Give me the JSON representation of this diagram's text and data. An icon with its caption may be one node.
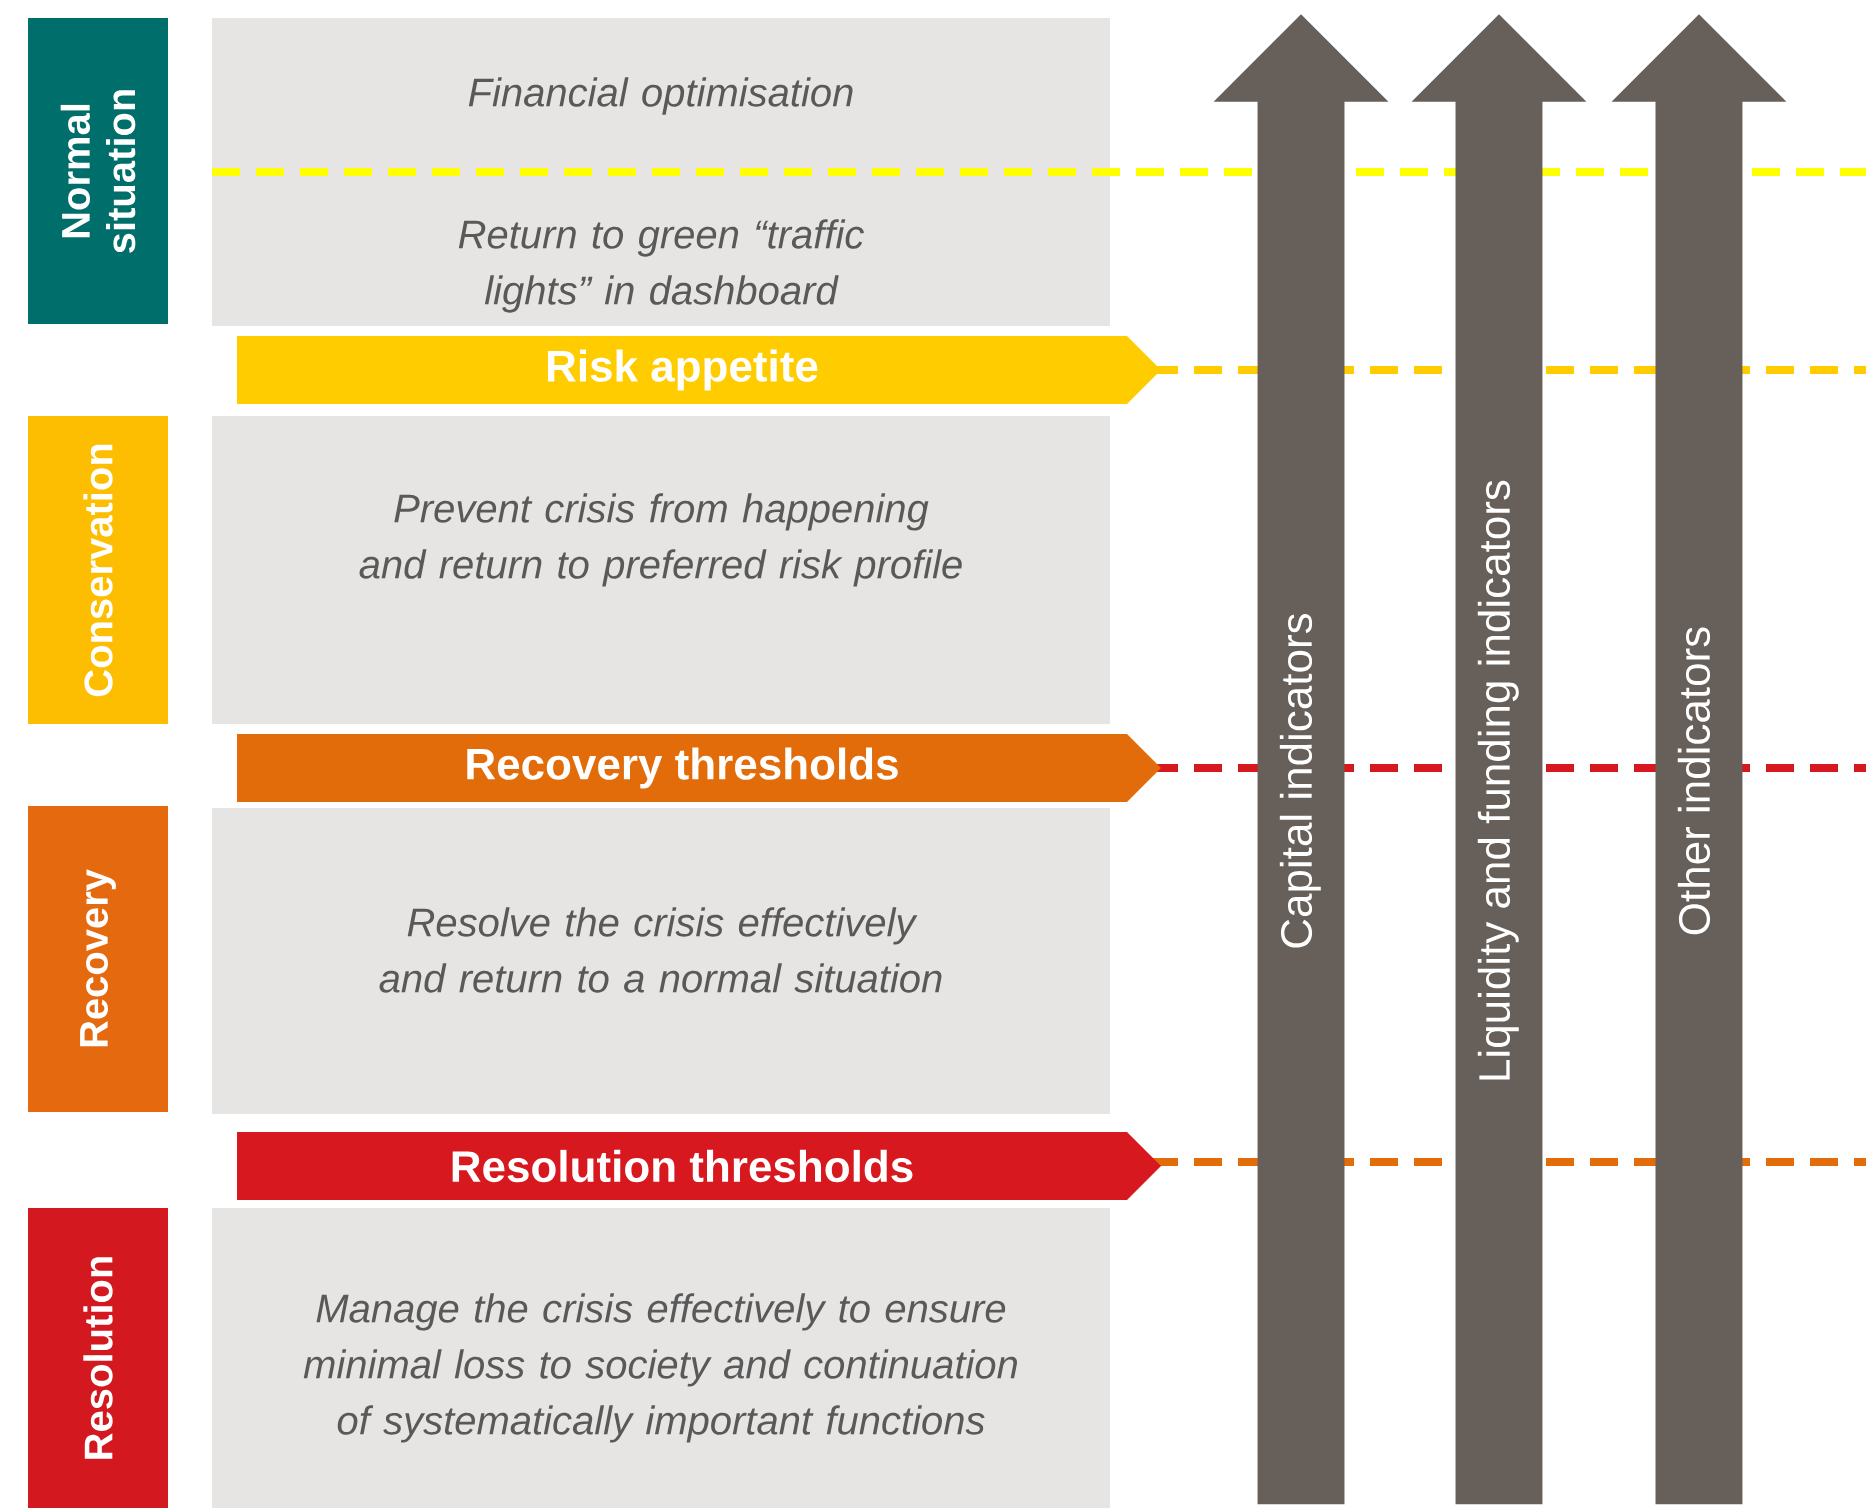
{
  "diagram": {
    "nodes": [
      {
        "text": [
          "Normal situation"
        ]
      },
      {
        "text": [
          "Financial optimisation",
          "Return to green “traffic lights” in dashboard"
        ]
      },
      {
        "text": [
          "Risk appetite"
        ]
      },
      {
        "text": [
          "Conservation"
        ]
      },
      {
        "text": [
          "Prevent crisis from happening and return to preferred risk profile"
        ]
      },
      {
        "text": [
          "Recovery thresholds"
        ]
      },
      {
        "text": [
          "Recovery"
        ]
      },
      {
        "text": [
          "Resolve the crisis effectively and return to a normal situation"
        ]
      },
      {
        "text": [
          "Resolution thresholds"
        ]
      },
      {
        "text": [
          "Resolution"
        ]
      },
      {
        "text": [
          "Manage the crisis effectively to ensure minimal loss to society and continuation of systematically important functions"
        ]
      },
      {
        "text": [
          "Capital indicators"
        ]
      },
      {
        "text": [
          "Liquidity and funding indicators"
        ]
      },
      {
        "text": [
          "Other indicators"
        ]
      }
    ]
  }
}
